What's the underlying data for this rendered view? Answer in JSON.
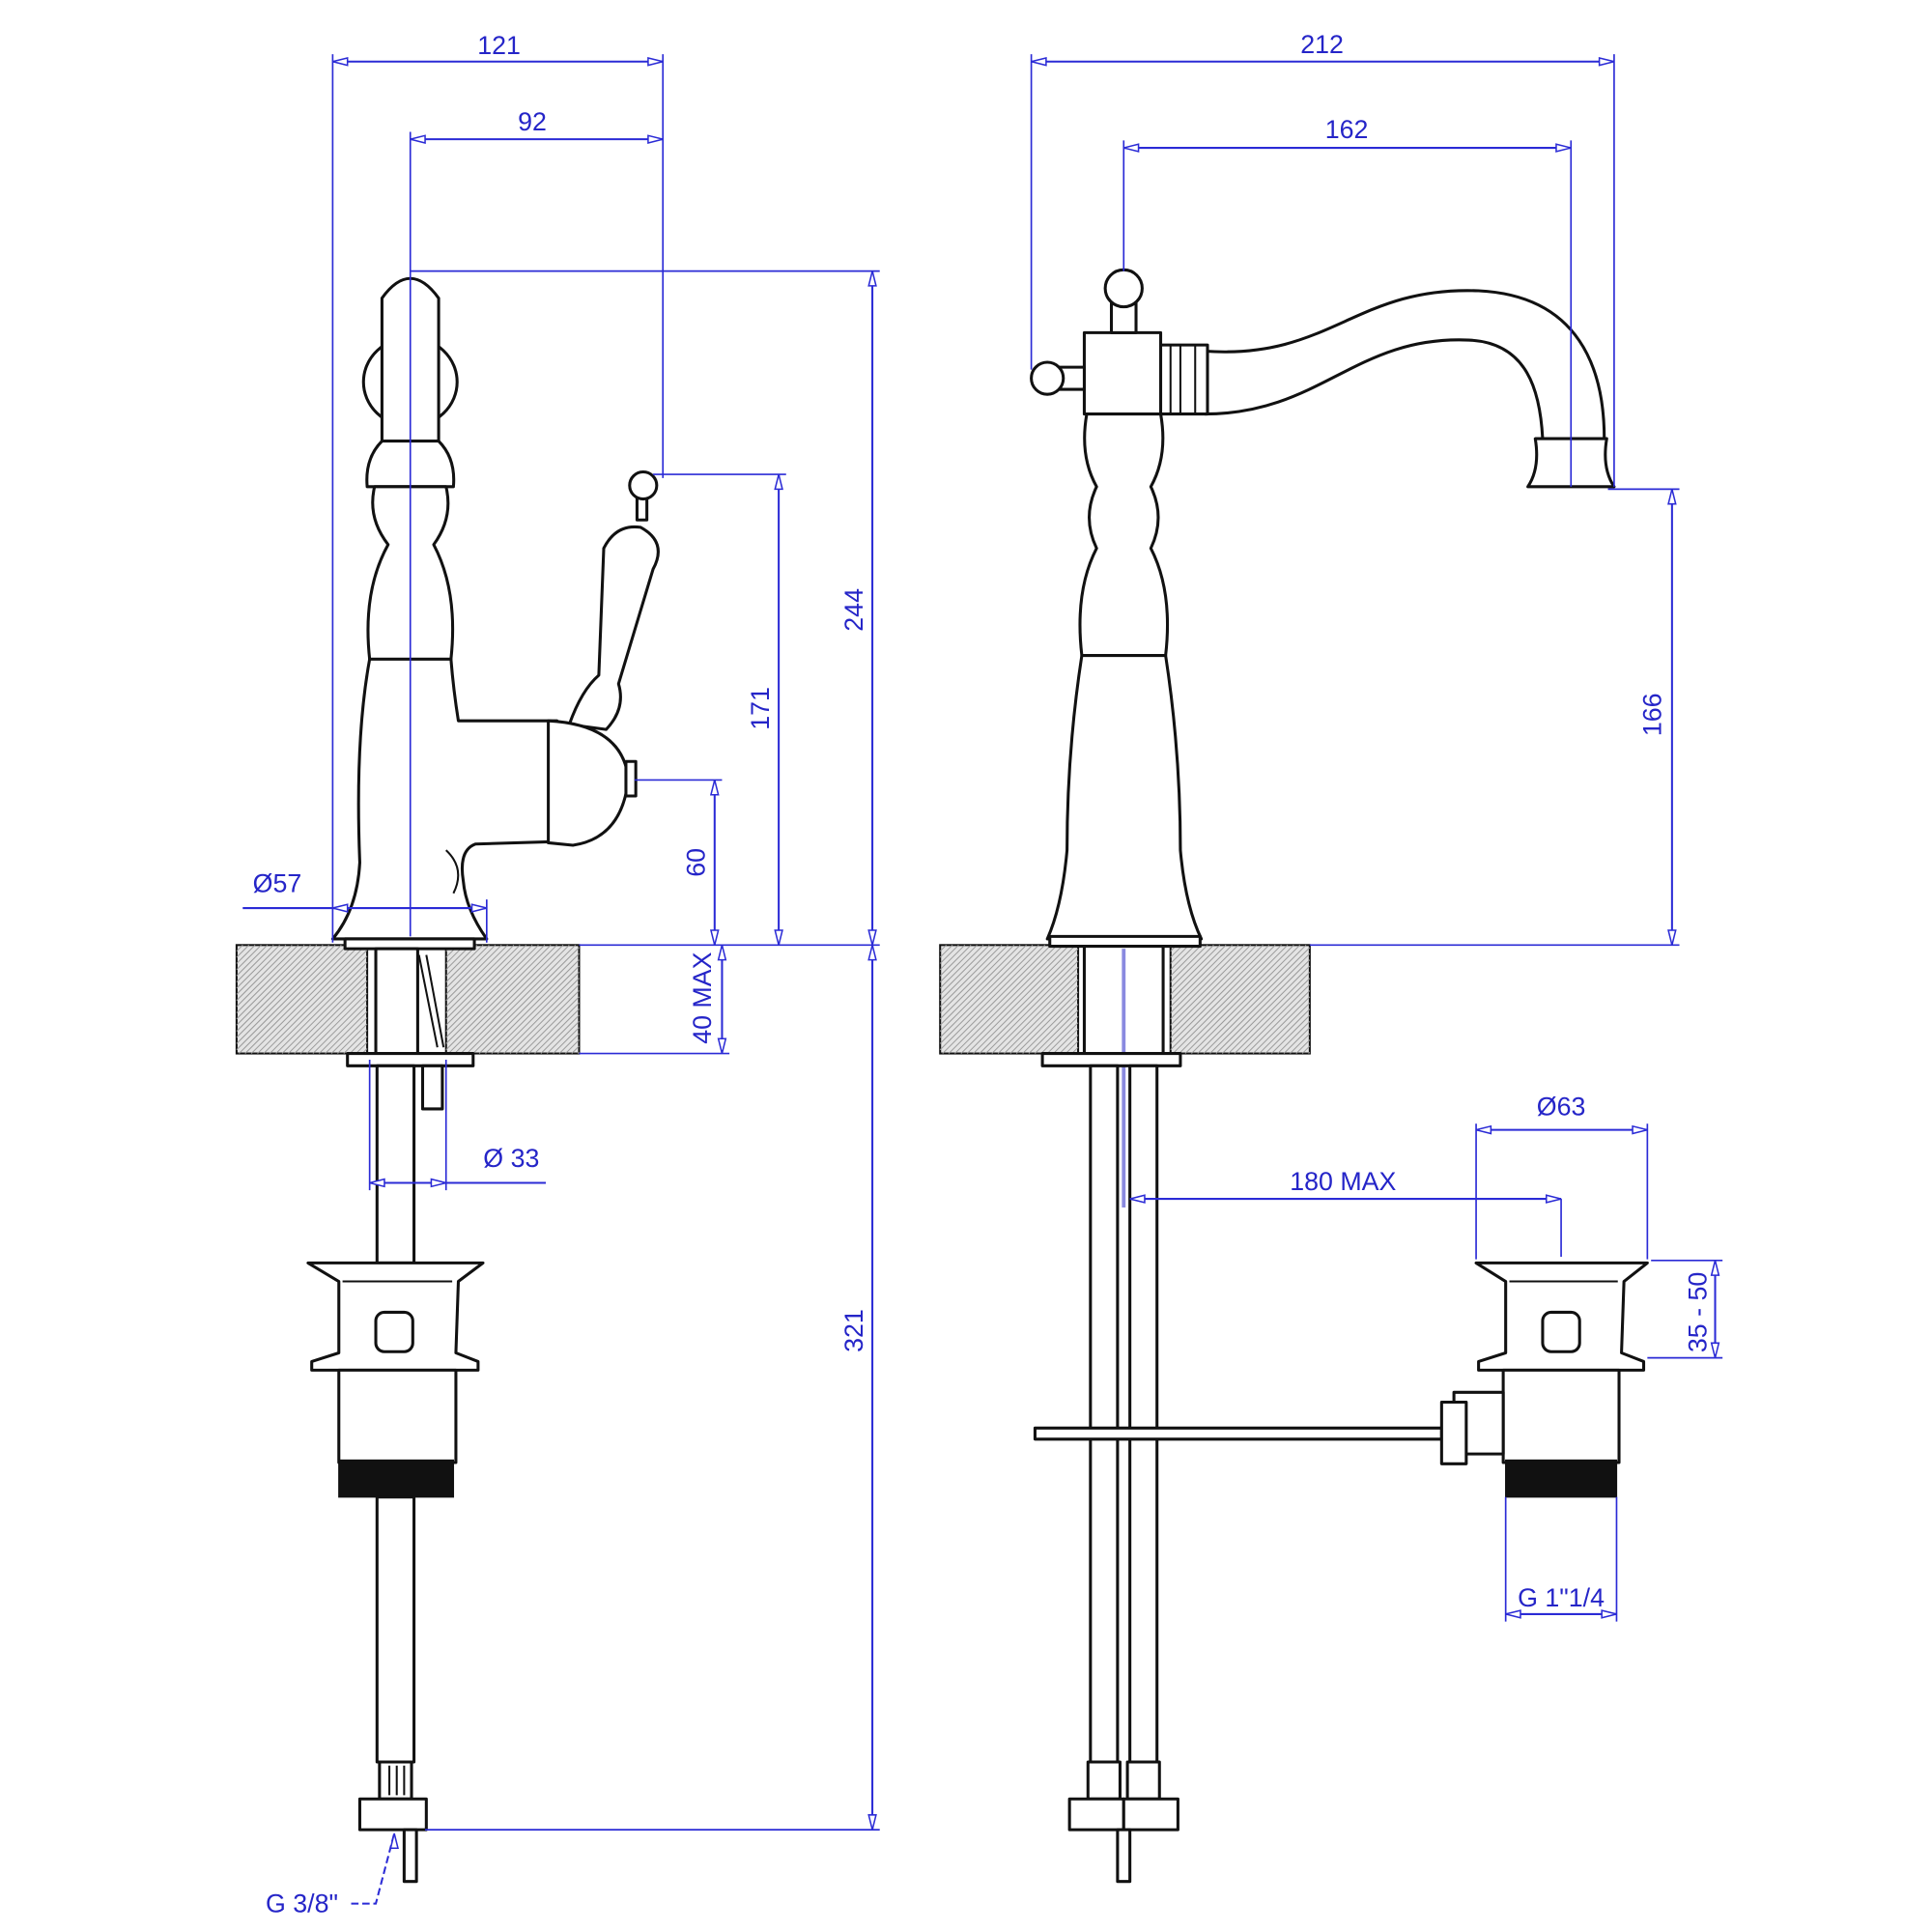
{
  "drawing": {
    "side_view": {
      "dimensions": {
        "width_total": "121",
        "spout_to_lever": "92",
        "height_total": "244",
        "lever_height": "171",
        "handle_axis_height": "60",
        "counter_thickness": "40 MAX",
        "below_counter": "321",
        "base_diameter": "Ø57",
        "shank_diameter": "Ø 33",
        "hose_thread": "G 3/8\""
      }
    },
    "front_view": {
      "dimensions": {
        "width_total": "212",
        "spout_reach": "162",
        "spout_height": "166",
        "drain_diameter": "Ø63",
        "rod_reach": "180 MAX",
        "drain_height": "35 - 50",
        "drain_thread": "G 1\"1/4"
      }
    },
    "colors": {
      "dimension": "#2b2bd6",
      "outline": "#111111",
      "counter": "#e4e4e4"
    }
  }
}
